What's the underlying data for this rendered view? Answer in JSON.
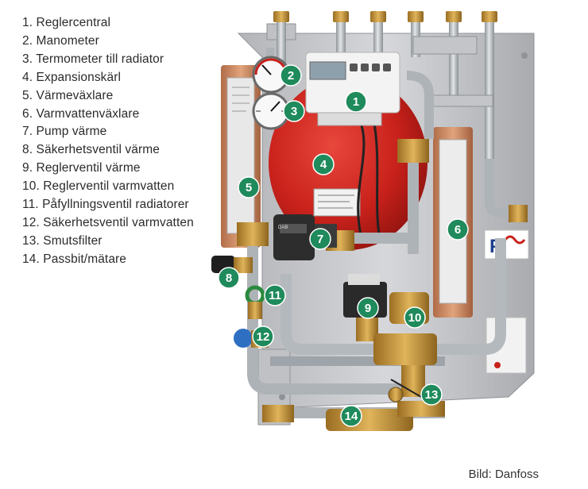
{
  "legend": [
    {
      "num": "1",
      "text": "1. Reglercentral"
    },
    {
      "num": "2",
      "text": "2. Manometer"
    },
    {
      "num": "3",
      "text": "3. Termometer till radiator"
    },
    {
      "num": "4",
      "text": "4. Expansionskärl"
    },
    {
      "num": "5",
      "text": "5. Värmeväxlare"
    },
    {
      "num": "6",
      "text": "6. Varmvattenväxlare"
    },
    {
      "num": "7",
      "text": "7. Pump värme"
    },
    {
      "num": "8",
      "text": "8. Säkerhetsventil värme"
    },
    {
      "num": "9",
      "text": "9. Reglerventil värme"
    },
    {
      "num": "10",
      "text": "10. Reglerventil varmvatten"
    },
    {
      "num": "11",
      "text": "11. Påfyllningsventil radiatorer"
    },
    {
      "num": "12",
      "text": "12. Säkerhetsventil varmvatten"
    },
    {
      "num": "13",
      "text": "13. Smutsfilter"
    },
    {
      "num": "14",
      "text": "14. Passbit/mätare"
    }
  ],
  "callouts": [
    "1",
    "2",
    "3",
    "4",
    "5",
    "6",
    "7",
    "8",
    "9",
    "10",
    "11",
    "12",
    "13",
    "14"
  ],
  "credit": "Bild: Danfoss",
  "colors": {
    "callout_green": "#1f8a5b",
    "tank_red": "#c8211b",
    "plate_gray": "#c9cacd",
    "pipe_steel": "#b8bdc2",
    "brass": "#b98a35",
    "copper": "#c98a62",
    "text": "#2b2b2b"
  },
  "icons": [
    "reglercentral-device",
    "manometer-gauge",
    "thermometer-gauge",
    "expansion-vessel",
    "heat-exchanger",
    "pump",
    "valve",
    "callout-marker"
  ]
}
